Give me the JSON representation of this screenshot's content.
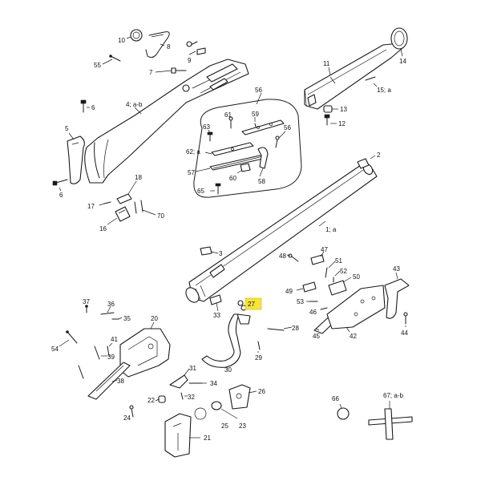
{
  "diagram": {
    "highlighted_part": "27",
    "highlight_color": "#f7e33a",
    "callouts": {
      "c10": "10",
      "c8": "8",
      "c55": "55",
      "c9": "9",
      "c7": "7",
      "c11": "11",
      "c14": "14",
      "c15": "15; a",
      "c13": "13",
      "c12": "12",
      "c6a": "6",
      "c4": "4; a-b",
      "c5": "5",
      "c6b": "6",
      "c56a": "56",
      "c59": "59",
      "c61": "61",
      "c63": "63",
      "c56b": "56",
      "c62": "62; a",
      "c57": "57",
      "c60": "60",
      "c58": "58",
      "c65": "65",
      "c18": "18",
      "c17": "17",
      "c70": "70",
      "c16": "16",
      "c2": "2",
      "c1": "1; a",
      "c3": "3",
      "c48": "48",
      "c47": "47",
      "c51": "51",
      "c52": "52",
      "c49": "49",
      "c50": "50",
      "c43": "43",
      "c53": "53",
      "c46": "46",
      "c45": "45",
      "c42": "42",
      "c44": "44",
      "c37": "37",
      "c36": "36",
      "c35": "35",
      "c20": "20",
      "c33": "33",
      "c27": "27",
      "c28": "28",
      "c29": "29",
      "c54": "54",
      "c41": "41",
      "c39": "39",
      "c38": "38",
      "c30": "30",
      "c31": "31",
      "c34": "34",
      "c22": "22",
      "c32": "32",
      "c26": "26",
      "c24": "24",
      "c25": "25",
      "c23": "23",
      "c21": "21",
      "c66": "66",
      "c67": "67; a-b"
    }
  }
}
